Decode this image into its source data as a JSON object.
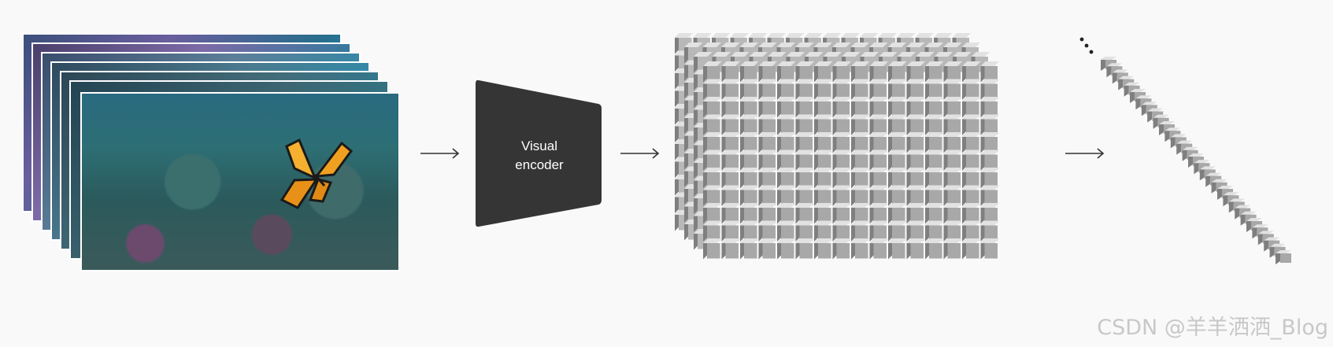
{
  "encoder": {
    "line1": "Visual",
    "line2": "encoder"
  },
  "watermark": "CSDN @羊羊洒洒_Blog",
  "colors": {
    "background": "#f9f9f9",
    "encoder": "#353535",
    "arrow": "#333333",
    "cube_front": "#a8a8a8",
    "cube_top": "#e2e2e2",
    "cube_side": "#7f7f7f",
    "water_dark": "#1f4a55",
    "water_light": "#4a9aa5",
    "butterfly": "#f0a020"
  },
  "icons": {
    "frames": "video-frames-stack",
    "butterfly": "butterfly-icon",
    "cube": "patch-cube",
    "sequence": "token-sequence",
    "arrow": "right-arrow-icon"
  }
}
